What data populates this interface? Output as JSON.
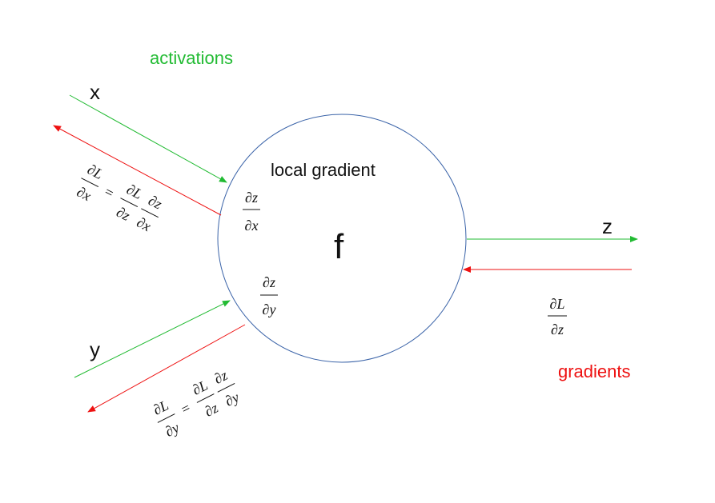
{
  "labels": {
    "activations": "activations",
    "gradients": "gradients",
    "local_gradient": "local gradient",
    "node_function": "f",
    "input_x": "x",
    "input_y": "y",
    "output_z": "z"
  },
  "fractions": {
    "dz_dx": {
      "num": "∂z",
      "den": "∂x"
    },
    "dz_dy": {
      "num": "∂z",
      "den": "∂y"
    },
    "dL_dz": {
      "num": "∂L",
      "den": "∂z"
    },
    "dL_dx": {
      "num": "∂L",
      "den": "∂x"
    },
    "dL_dx_rhs1": {
      "num": "∂L",
      "den": "∂z"
    },
    "dL_dx_rhs2": {
      "num": "∂z",
      "den": "∂x"
    },
    "dL_dy": {
      "num": "∂L",
      "den": "∂y"
    },
    "dL_dy_rhs1": {
      "num": "∂L",
      "den": "∂z"
    },
    "dL_dy_rhs2": {
      "num": "∂z",
      "den": "∂y"
    },
    "equals": "="
  },
  "colors": {
    "forward": "#22bb33",
    "backward": "#ee1111",
    "node_border": "#3a63a8",
    "text": "#111111"
  }
}
